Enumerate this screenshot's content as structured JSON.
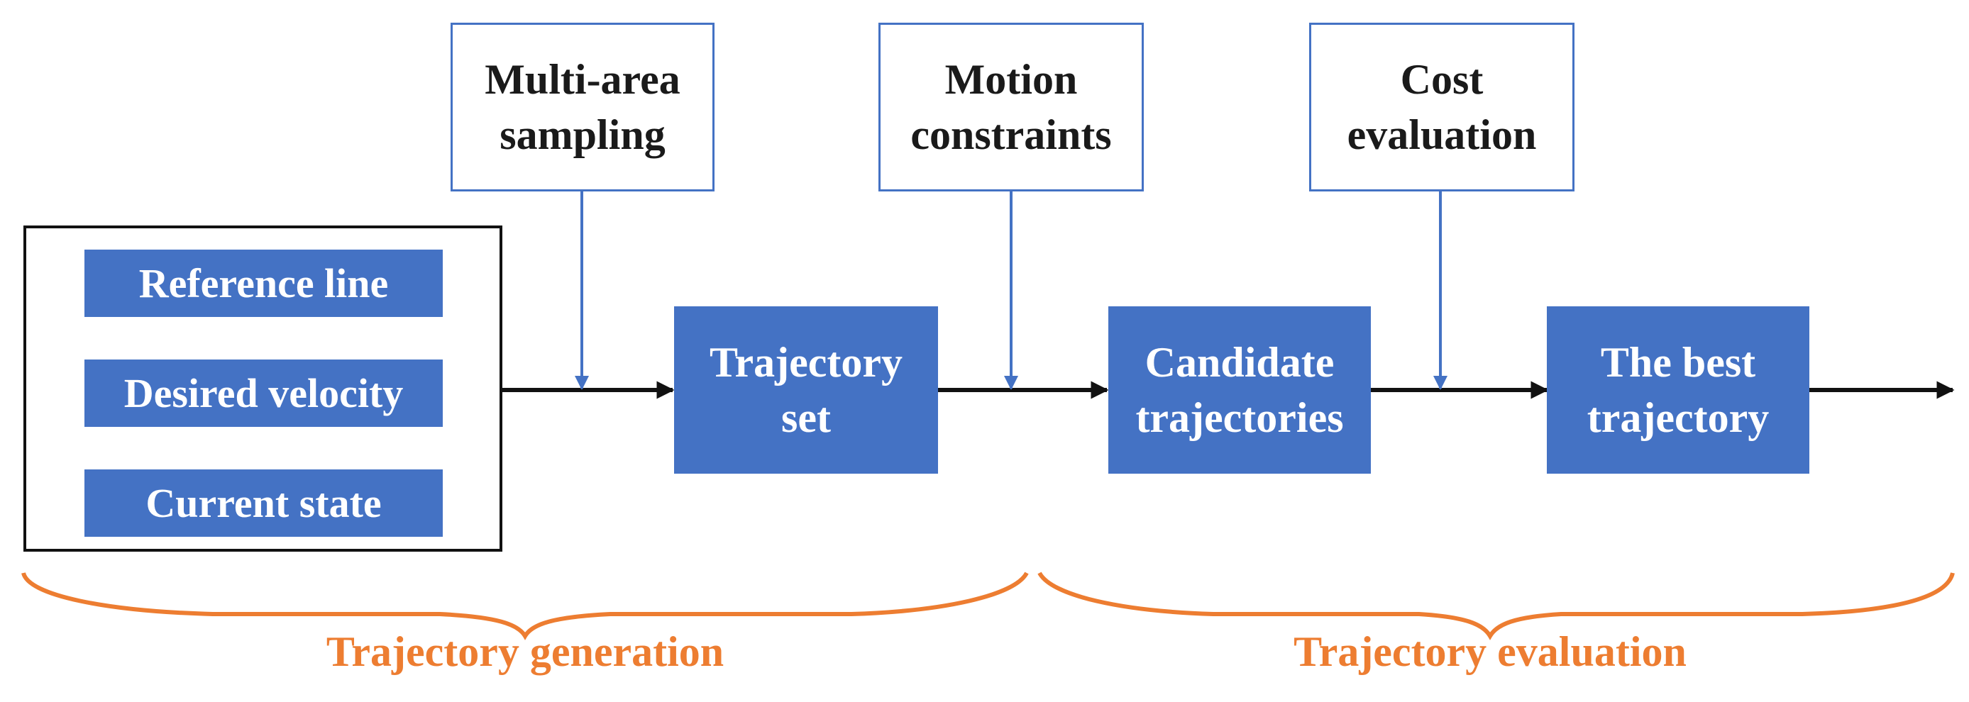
{
  "colors": {
    "box_fill": "#4472C4",
    "box_stroke": "#4472C4",
    "arrow_main": "#111111",
    "arrow_feed": "#4472C4",
    "brace": "#ED7D31",
    "input_border": "#111111"
  },
  "inputs": {
    "items": [
      "Reference line",
      "Desired velocity",
      "Current state"
    ]
  },
  "modifiers": {
    "sampling": [
      "Multi-area",
      "sampling"
    ],
    "constraints": [
      "Motion",
      "constraints"
    ],
    "cost": [
      "Cost",
      "evaluation"
    ]
  },
  "process": {
    "trajectory_set": [
      "Trajectory",
      "set"
    ],
    "candidates": [
      "Candidate",
      "trajectories"
    ],
    "best": [
      "The best",
      "trajectory"
    ]
  },
  "stages": {
    "generation": "Trajectory generation",
    "evaluation": "Trajectory evaluation"
  }
}
